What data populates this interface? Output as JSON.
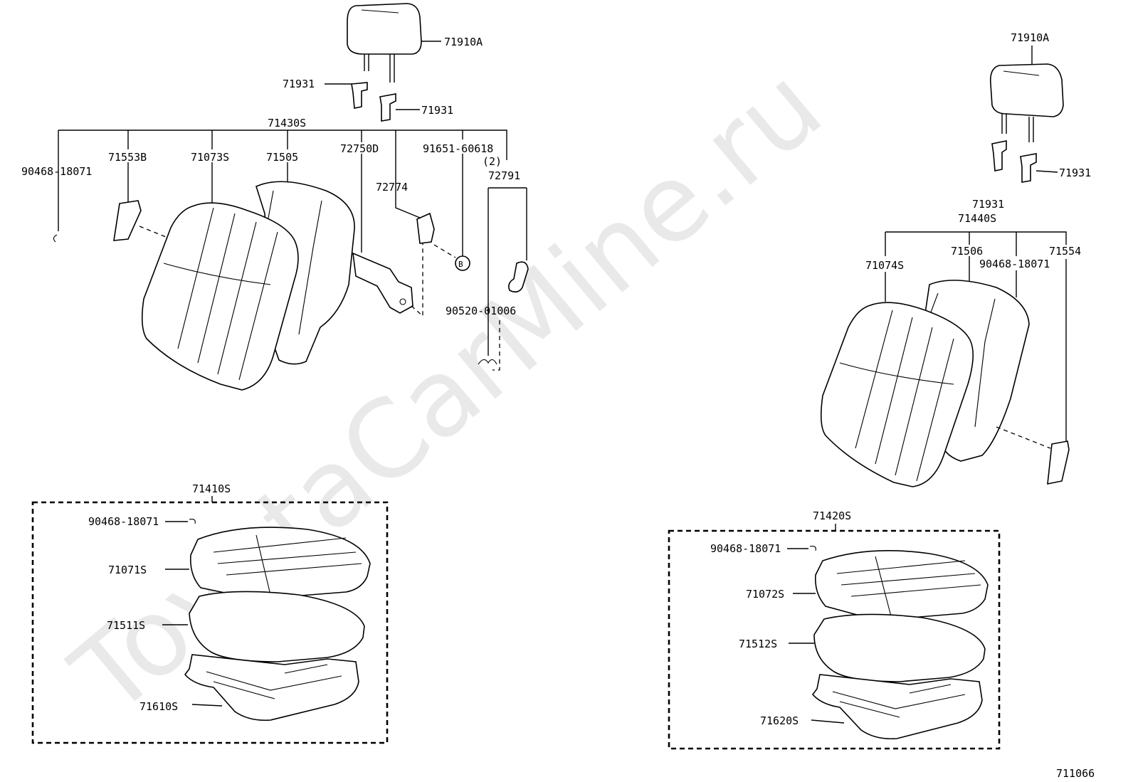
{
  "watermark": "ToyotaCarMine.ru",
  "diagram_id": "711066",
  "left": {
    "headrest": "71910A",
    "support_a": "71931",
    "support_b": "71931",
    "assembly": "71430S",
    "clip": "90468-18071",
    "cover_side": "71553B",
    "cover": "71073S",
    "pad": "71505",
    "frame": "72750D",
    "bolt": "91651-60618",
    "bolt_qty": "(2)",
    "lever": "72774",
    "knob": "72791",
    "hog_ring": "90520-01006",
    "cushion_assy": "71410S",
    "cushion_clip": "90468-18071",
    "cushion_cover": "71071S",
    "cushion_pad": "71511S",
    "spring": "71610S"
  },
  "right": {
    "headrest": "71910A",
    "support_a": "71931",
    "support_b": "71931",
    "assembly": "71440S",
    "cover": "71074S",
    "pad": "71506",
    "clip": "90468-18071",
    "cover_side": "71554",
    "cushion_assy": "71420S",
    "cushion_clip": "90468-18071",
    "cushion_cover": "71072S",
    "cushion_pad": "71512S",
    "spring": "71620S"
  }
}
